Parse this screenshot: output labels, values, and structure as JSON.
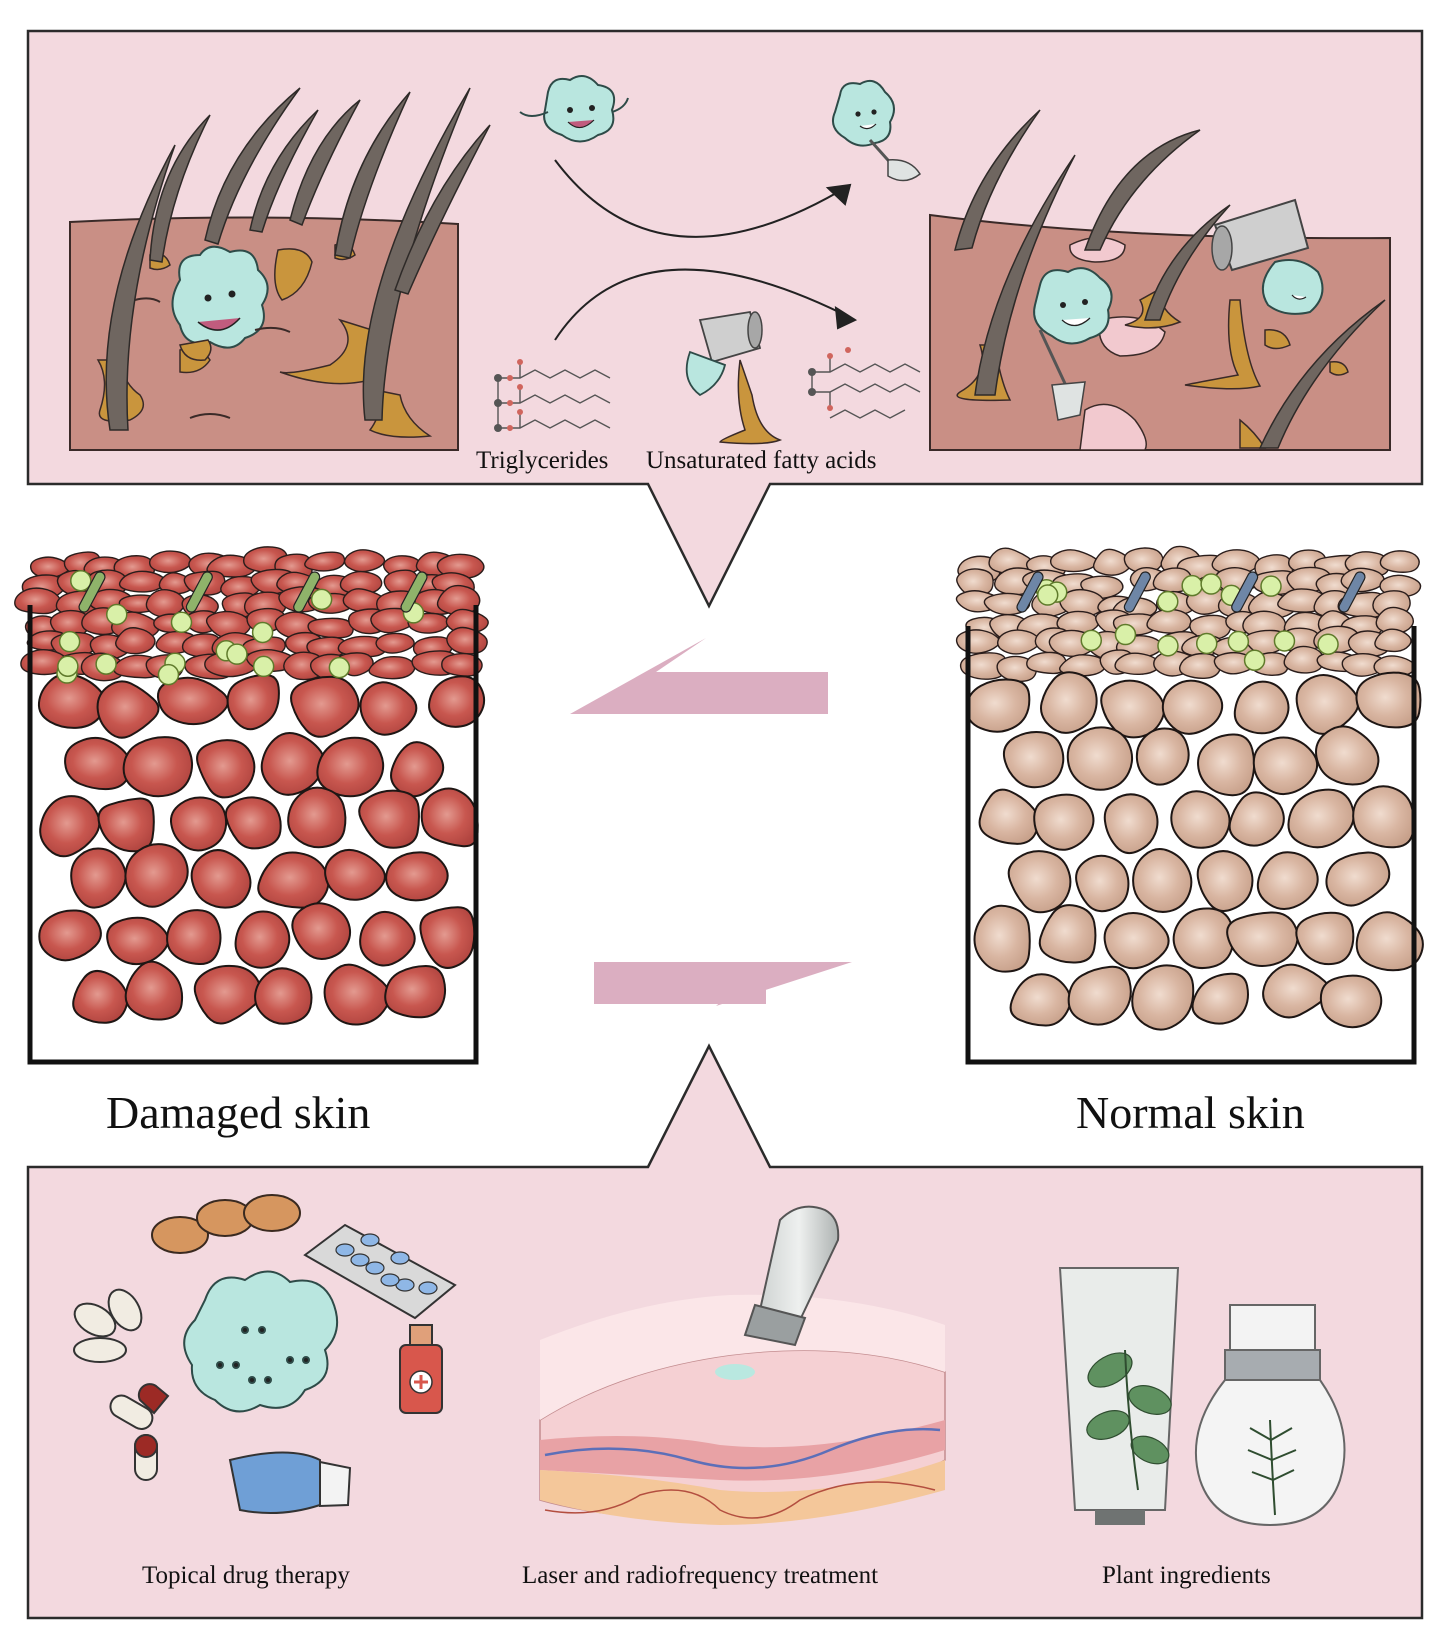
{
  "top_panel": {
    "labels": {
      "triglycerides": "Triglycerides",
      "unsaturated_fatty_acids": "Unsaturated fatty acids"
    }
  },
  "middle": {
    "damaged_label": "Damaged skin",
    "normal_label": "Normal skin"
  },
  "bottom_panel": {
    "labels": {
      "topical": "Topical drug therapy",
      "laser": "Laser and radiofrequency treatment",
      "plant": "Plant ingredients"
    }
  },
  "colors": {
    "panel_bg": "#f3d9df",
    "panel_border": "#2b2b2b",
    "arrow": "#dbaec1",
    "damaged_cell": "#c4524c",
    "damaged_cell_light": "#e08b82",
    "normal_cell": "#d9b6a2",
    "normal_cell_light": "#ecd3c4",
    "skin_bg": "#c98f85",
    "hair": "#6f6660",
    "sebum": "#c9953d",
    "microbe": "#b9e6df",
    "lipid_dot": "#d9f0a8"
  }
}
